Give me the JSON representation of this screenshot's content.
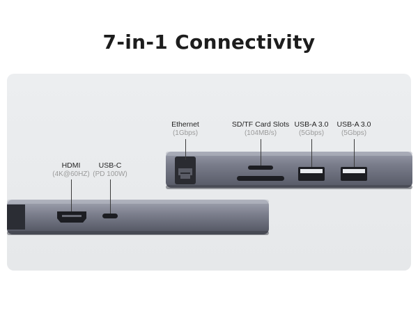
{
  "title": "7-in-1 Connectivity",
  "ports": {
    "ethernet": {
      "name": "Ethernet",
      "spec": "(1Gbps)"
    },
    "sdtf": {
      "name": "SD/TF Card Slots",
      "spec": "(104MB/s)"
    },
    "usba1": {
      "name": "USB-A 3.0",
      "spec": "(5Gbps)"
    },
    "usba2": {
      "name": "USB-A 3.0",
      "spec": "(5Gbps)"
    },
    "hdmi": {
      "name": "HDMI",
      "spec": "(4K@60HZ)"
    },
    "usbc": {
      "name": "USB-C",
      "spec": "(PD 100W)"
    }
  },
  "colors": {
    "body": "#6f7280",
    "panel": "#eceef0",
    "title": "#1d1d1d"
  }
}
